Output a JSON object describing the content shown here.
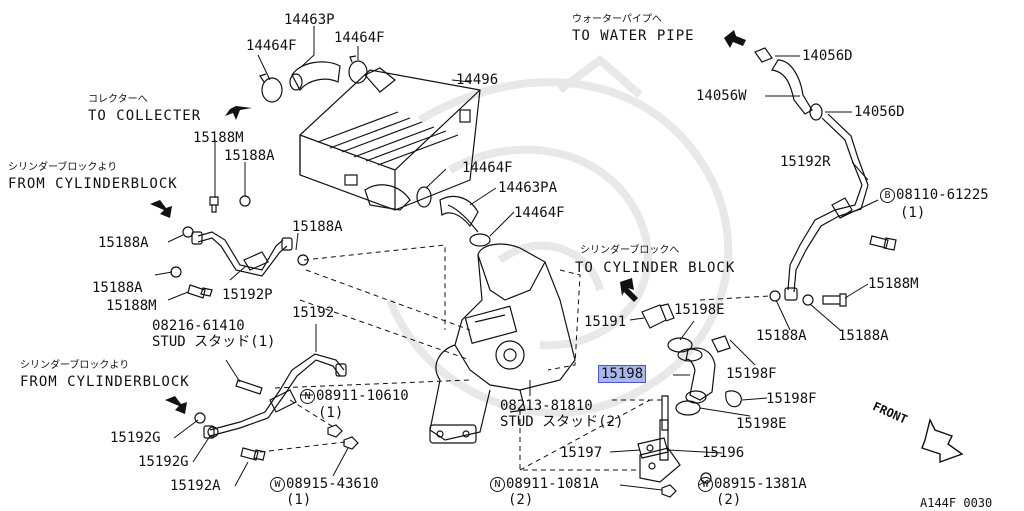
{
  "callouts": {
    "p14463P": "14463P",
    "p14464F_a": "14464F",
    "p14464F_b": "14464F",
    "p14496": "14496",
    "p14464F_c": "14464F",
    "p14463PA": "14463PA",
    "p14464F_d": "14464F",
    "p15188M_a": "15188M",
    "p15188A_a": "15188A",
    "p15188A_b": "15188A",
    "p15188A_c": "15188A",
    "p15188A_d": "15188A",
    "p15188M_b": "15188M",
    "p15192P": "15192P",
    "p15192": "15192",
    "p08216": "08216-61410",
    "p08911a_num": "08911-10610",
    "p08911a_qty": "(1)",
    "p15192G_a": "15192G",
    "p15192G_b": "15192G",
    "p15192A": "15192A",
    "p08915a_num": "08915-43610",
    "p08915a_qty": "(1)",
    "p08213": "08213-81810",
    "p15191": "15191",
    "p15198E_a": "15198E",
    "p15198": "15198",
    "p15198F_a": "15198F",
    "p15198F_b": "15198F",
    "p15198E_b": "15198E",
    "p15196": "15196",
    "p15197": "15197",
    "p08911b_num": "08911-1081A",
    "p08911b_qty": "(2)",
    "p08915b_num": "08915-1381A",
    "p08915b_qty": "(2)",
    "p14056D_a": "14056D",
    "p14056W": "14056W",
    "p14056D_b": "14056D",
    "p15192R": "15192R",
    "p08110_num": "08110-61225",
    "p08110_qty": "(1)",
    "p15188M_c": "15188M",
    "p15188A_e": "15188A",
    "p15188A_f": "15188A"
  },
  "studs": {
    "stud1": "STUD スタッド(1)",
    "stud2": "STUD スタッド(2)"
  },
  "prefix": {
    "N": "N",
    "W": "W",
    "B": "B"
  },
  "directions": {
    "water_jp": "ウォーターパイプへ",
    "water_en": "TO WATER PIPE",
    "collecter_jp": "コレクターへ",
    "collecter_en": "TO COLLECTER",
    "cyl1_jp": "シリンダーブロックより",
    "cyl1_en": "FROM CYLINDERBLOCK",
    "cyl2_jp": "シリンダーブロックより",
    "cyl2_en": "FROM CYLINDERBLOCK",
    "cyl3_jp": "シリンダーブロックへ",
    "cyl3_en": "TO CYLINDER BLOCK",
    "front": "FRONT"
  },
  "figure_id": "A144F 0030",
  "colors": {
    "highlight": "#aab6ee",
    "highlight_border": "#4758c8",
    "ink": "#111111",
    "watermark": "#e6e6e6"
  }
}
